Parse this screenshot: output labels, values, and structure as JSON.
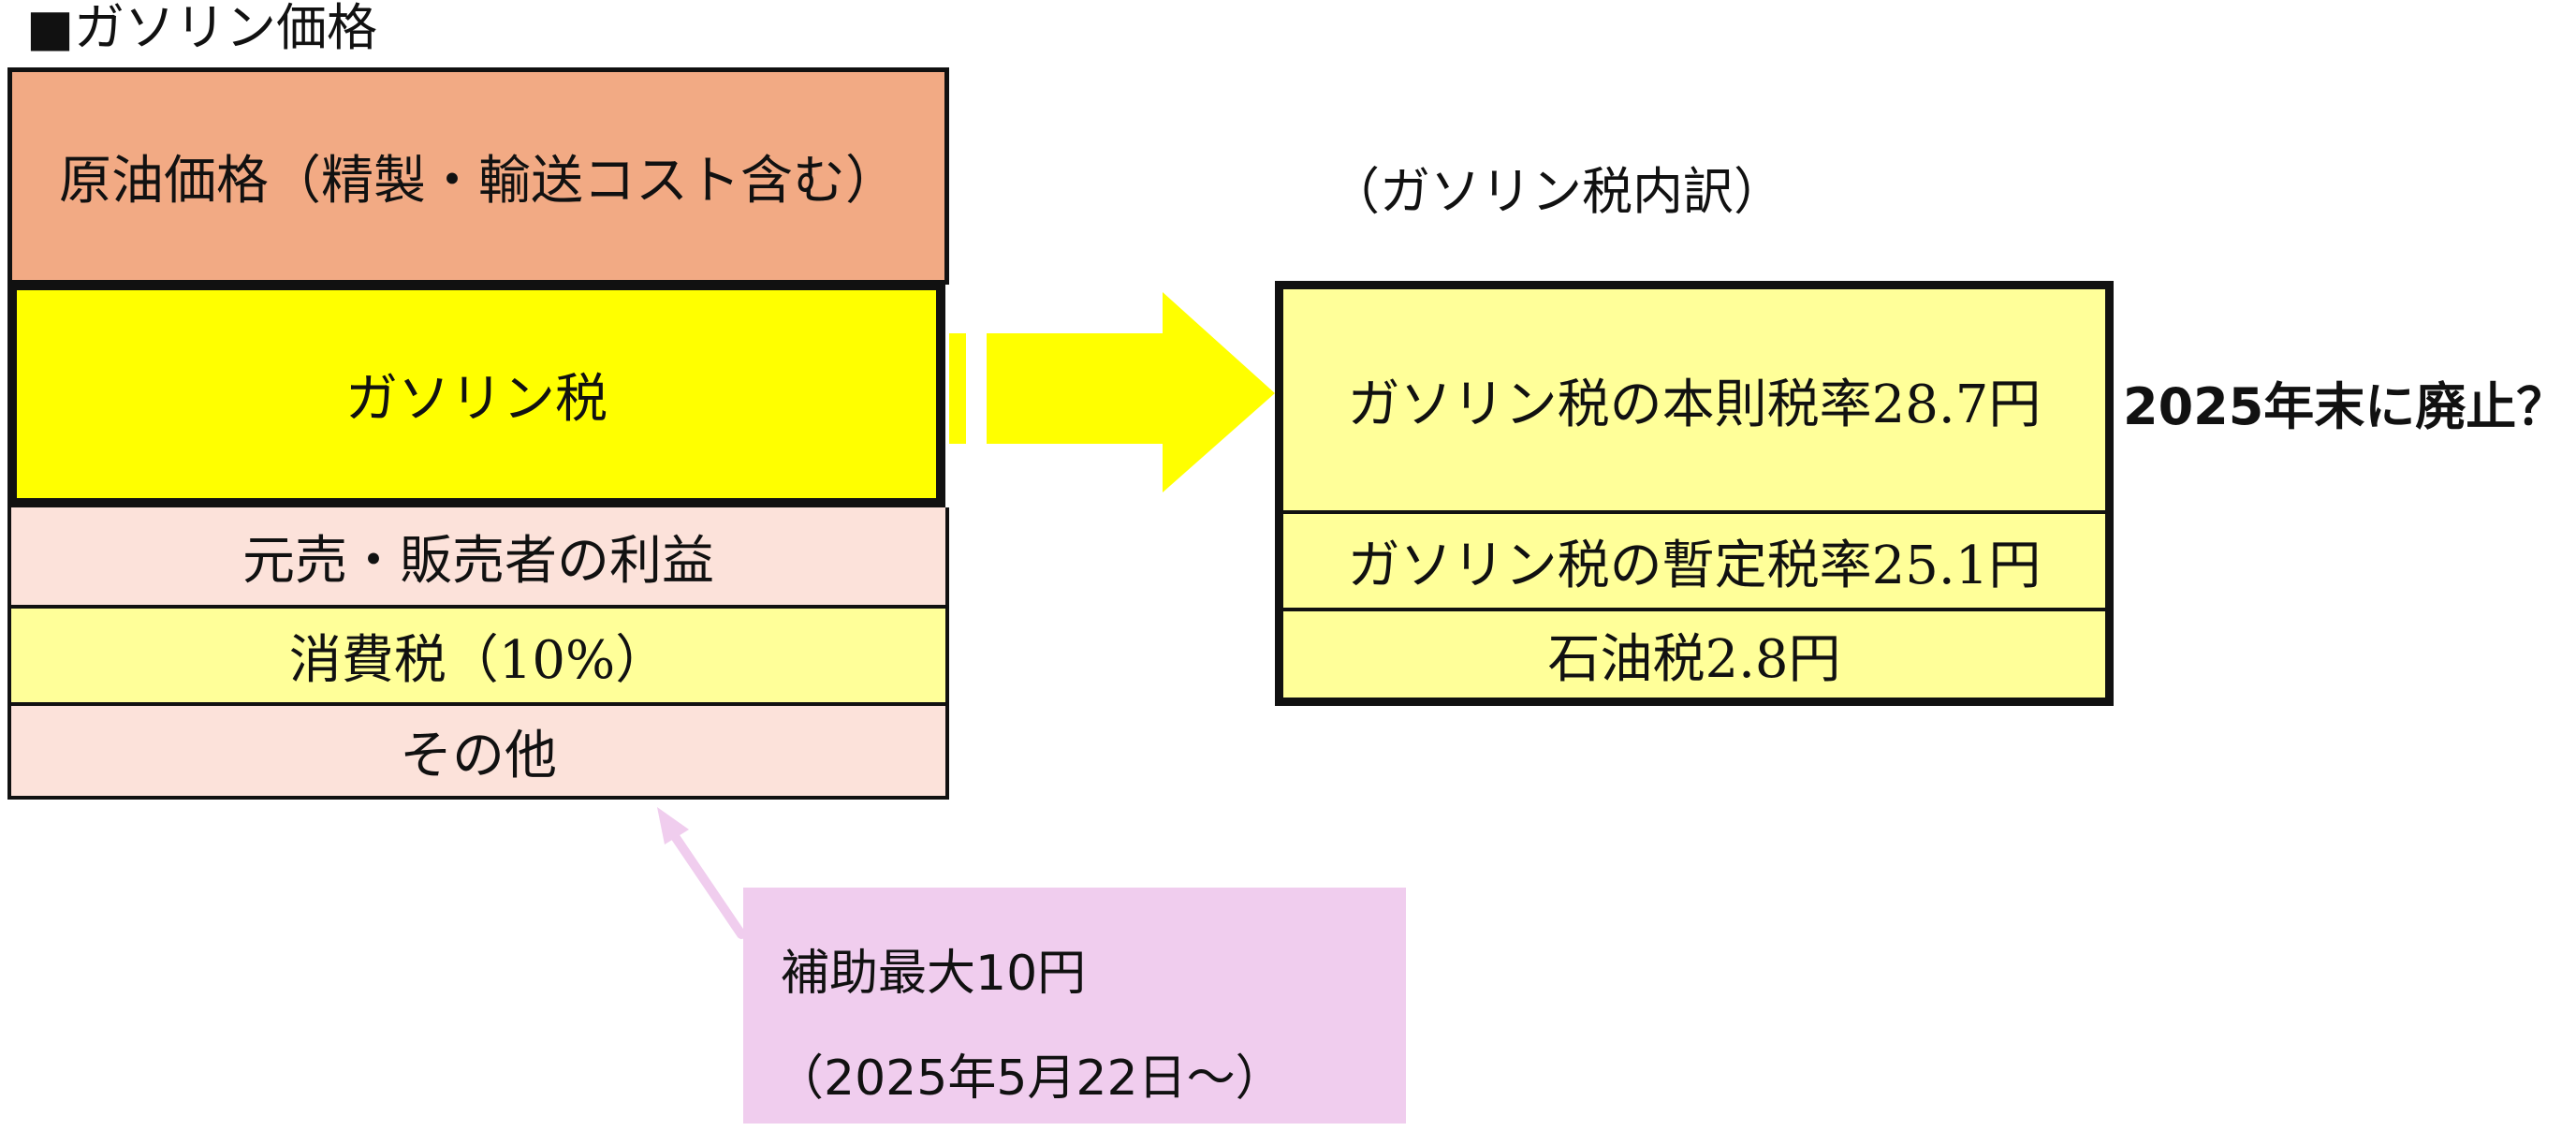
{
  "title": "■ガソリン価格",
  "price_stack": {
    "crude": "原油価格（精製・輸送コスト含む）",
    "gasoline_tax": "ガソリン税",
    "profit": "元売・販売者の利益",
    "consumption_tax": "消費税（10%）",
    "other": "その他"
  },
  "breakdown": {
    "title": "（ガソリン税内訳）",
    "base_rate": "ガソリン税の本則税率28.7円",
    "provisional_rate": "ガソリン税の暫定税率25.1円",
    "petroleum_tax": "石油税2.8円"
  },
  "abolish_note": "2025年末に廃止？",
  "subsidy": {
    "line1": "補助最大10円",
    "line2": "（2025年5月22日～）"
  },
  "colors": {
    "crude": "#f2aa84",
    "gasoline_tax": "#ffff00",
    "profit": "#fce2da",
    "consumption_tax": "#ffff99",
    "subsidy": "#f0cdee",
    "arrow_yellow": "#ffff00",
    "arrow_pink": "#f0cdee"
  }
}
